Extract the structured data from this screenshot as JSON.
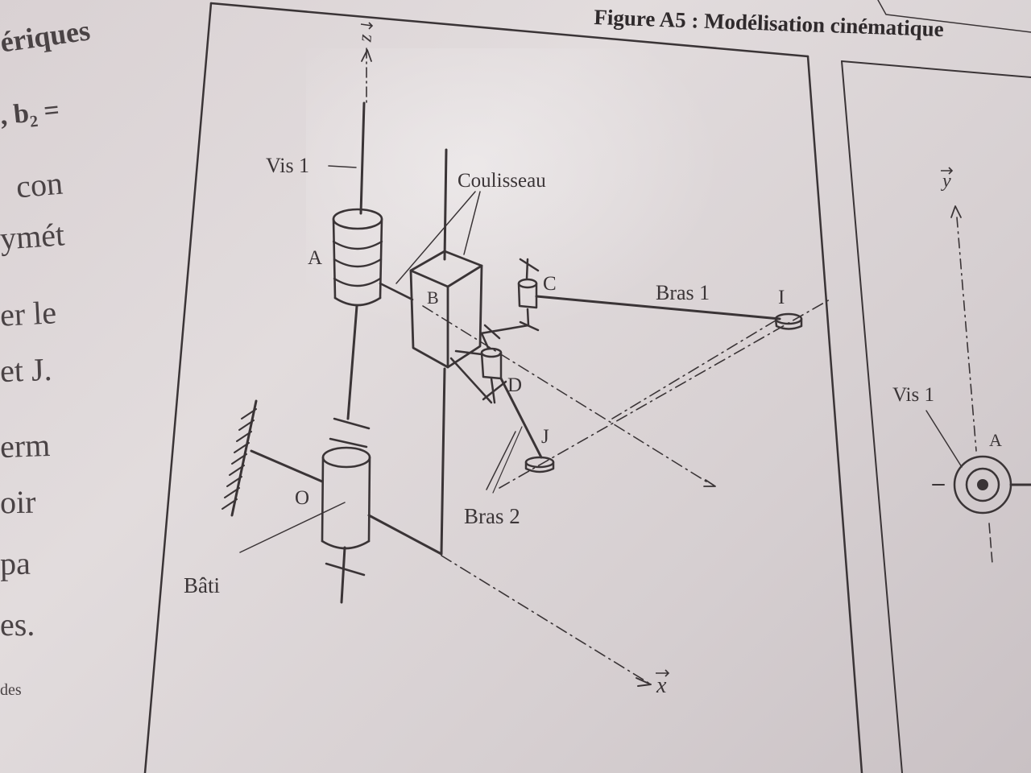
{
  "figure_title": "Figure A5 : Modélisation cinématique",
  "left_page_fragments": [
    {
      "text": "ériques",
      "bold": true
    },
    {
      "text": ", b₂ =",
      "bold": true
    },
    {
      "text": "con",
      "bold": false
    },
    {
      "text": "ymét",
      "bold": false
    },
    {
      "text": "er le",
      "bold": false
    },
    {
      "text": "et J.",
      "bold": false
    },
    {
      "text": "erm",
      "bold": false
    },
    {
      "text": "oir",
      "bold": false
    },
    {
      "text": "pa",
      "bold": false
    },
    {
      "text": "es.",
      "bold": false
    },
    {
      "text": "des",
      "bold": false
    }
  ],
  "diagram_labels": {
    "z_axis": "z",
    "x_axis": "x",
    "vis1": "Vis 1",
    "coulisseau": "Coulisseau",
    "point_a": "A",
    "point_b": "B",
    "point_c": "C",
    "point_d": "D",
    "point_i": "I",
    "point_j": "J",
    "point_o": "O",
    "bras1": "Bras 1",
    "bras2": "Bras 2",
    "bati": "Bâti"
  },
  "side_view_labels": {
    "y_axis": "y",
    "vis1": "Vis 1",
    "point_a": "A"
  }
}
